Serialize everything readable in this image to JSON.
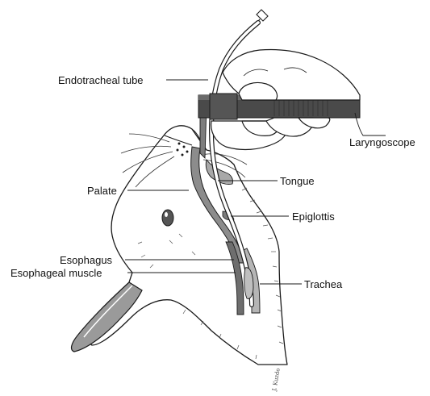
{
  "labels": {
    "endotracheal_tube": "Endotracheal tube",
    "laryngoscope": "Laryngoscope",
    "palate": "Palate",
    "tongue": "Tongue",
    "epiglottis": "Epiglottis",
    "esophagus": "Esophagus",
    "esophageal_muscle": "Esophageal muscle",
    "trachea": "Trachea"
  },
  "signature": "J. Kuzdo",
  "colors": {
    "line": "#1a1a1a",
    "skin_shade": "#9a9a9a",
    "fur_fill": "#ffffff",
    "scope_dark": "#4a4a4a",
    "trachea_fill": "#b5b5b5"
  }
}
